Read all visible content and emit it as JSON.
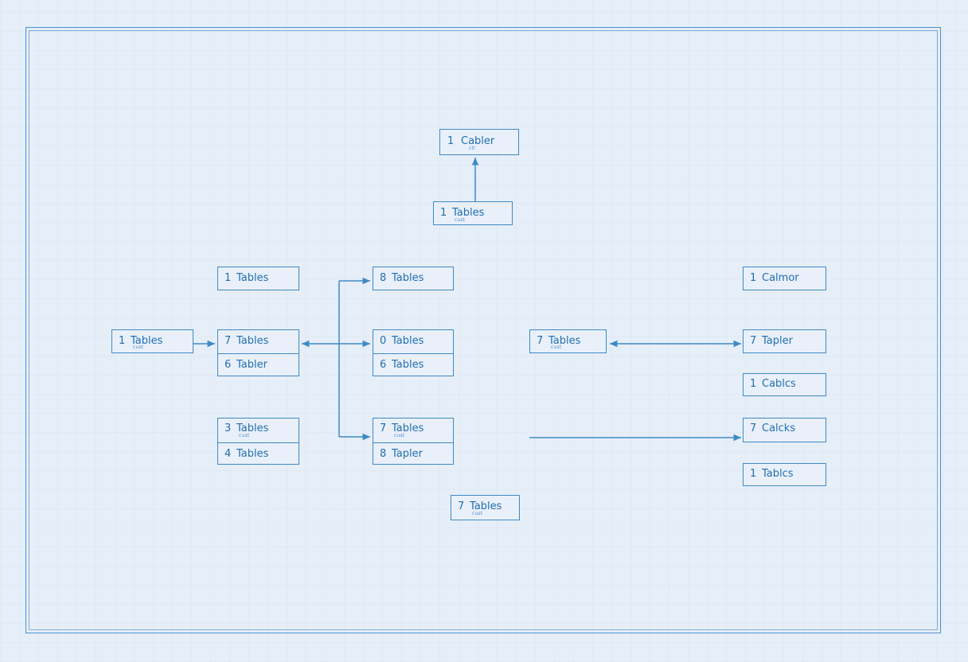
{
  "nodes": [
    {
      "id": "cabler-top",
      "rows": [
        {
          "num": "1",
          "label": "Cabler",
          "sub": "ctl"
        }
      ]
    },
    {
      "id": "tables-upper",
      "rows": [
        {
          "num": "1",
          "label": "Tables",
          "sub": "cust"
        }
      ]
    },
    {
      "id": "tables-left-top",
      "rows": [
        {
          "num": "1",
          "label": "Tables"
        }
      ]
    },
    {
      "id": "tables-center-top",
      "rows": [
        {
          "num": "8",
          "label": "Tables"
        }
      ]
    },
    {
      "id": "calmor-right-top",
      "rows": [
        {
          "num": "1",
          "label": "Calmor"
        }
      ]
    },
    {
      "id": "tables-far-left",
      "rows": [
        {
          "num": "1",
          "label": "Tables",
          "sub": "cust"
        }
      ]
    },
    {
      "id": "tables-left-mid",
      "rows": [
        {
          "num": "7",
          "label": "Tables"
        },
        {
          "num": "6",
          "label": "Tabler"
        }
      ]
    },
    {
      "id": "tables-center-mid",
      "rows": [
        {
          "num": "0",
          "label": "Tables"
        },
        {
          "num": "6",
          "label": "Tables"
        }
      ]
    },
    {
      "id": "tables-right-mid",
      "rows": [
        {
          "num": "7",
          "label": "Tables",
          "sub": "cust"
        }
      ]
    },
    {
      "id": "tabler-far-right",
      "rows": [
        {
          "num": "7",
          "label": "Tapler"
        }
      ]
    },
    {
      "id": "cablcs-right",
      "rows": [
        {
          "num": "1",
          "label": "Cablcs"
        }
      ]
    },
    {
      "id": "tables-left-low",
      "rows": [
        {
          "num": "3",
          "label": "Tables",
          "sub": "cust"
        },
        {
          "num": "4",
          "label": "Tables"
        }
      ]
    },
    {
      "id": "tables-center-low",
      "rows": [
        {
          "num": "7",
          "label": "Tables",
          "sub": "cust"
        },
        {
          "num": "8",
          "label": "Tapler"
        }
      ]
    },
    {
      "id": "calcks-right",
      "rows": [
        {
          "num": "7",
          "label": "Calcks"
        }
      ]
    },
    {
      "id": "tables-right-bottom",
      "rows": [
        {
          "num": "1",
          "label": "Tablcs"
        }
      ]
    },
    {
      "id": "tables-bottom",
      "rows": [
        {
          "num": "7",
          "label": "Tables",
          "sub": "cust"
        }
      ]
    }
  ],
  "edges": [
    {
      "from": "tables-upper",
      "to": "cabler-top"
    },
    {
      "from": "tables-far-left",
      "to": "tables-left-mid"
    },
    {
      "from": "tables-center-mid",
      "to": "tables-left-mid"
    },
    {
      "from": "tables-left-mid",
      "to": "tables-center-top"
    },
    {
      "from": "tables-left-mid",
      "to": "tables-center-mid"
    },
    {
      "from": "tables-left-mid",
      "to": "tables-center-low"
    },
    {
      "from": "tables-right-mid",
      "to": "tabler-far-right",
      "bidirectional": true
    },
    {
      "from": "tables-center-low",
      "to": "calcks-right"
    }
  ],
  "colors": {
    "line": "#3d8ac6",
    "text": "#1f6fb0",
    "background": "#e6eef8"
  }
}
